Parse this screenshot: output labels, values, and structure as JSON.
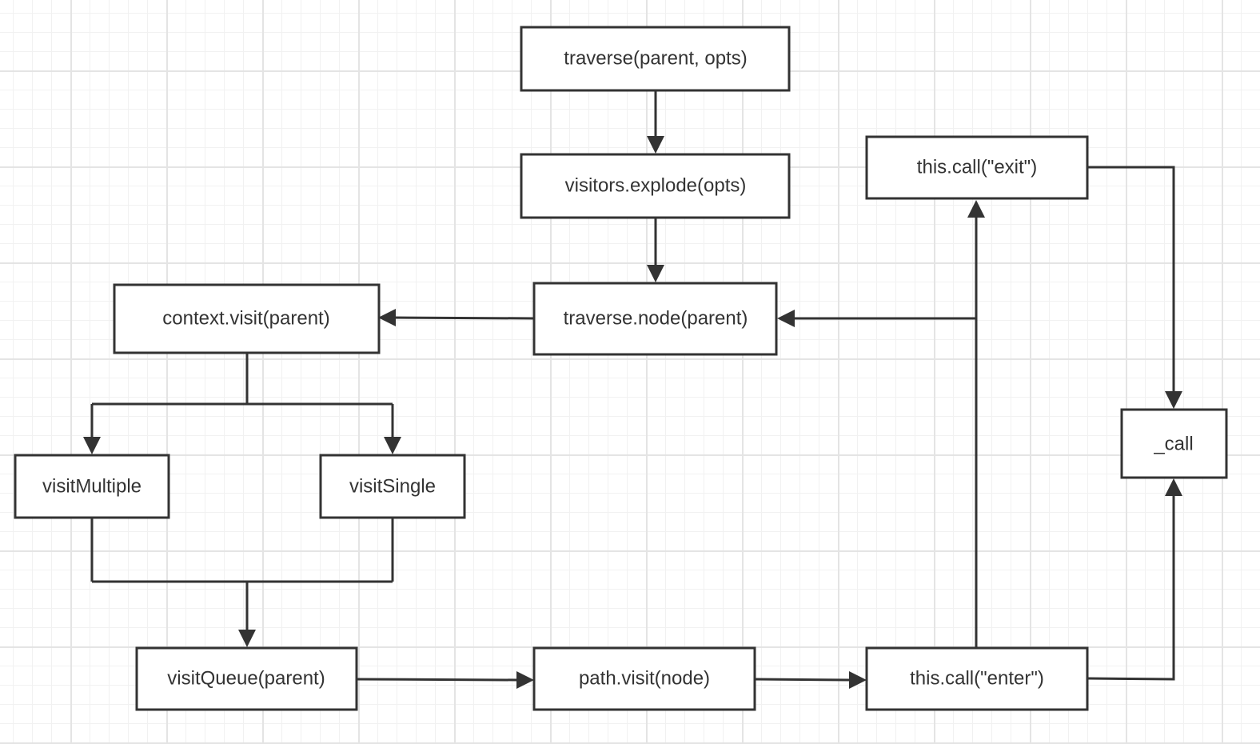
{
  "diagram": {
    "nodes": {
      "traverse": "traverse(parent, opts)",
      "explode": "visitors.explode(opts)",
      "traverse_node": "traverse.node(parent)",
      "context_visit": "context.visit(parent)",
      "visit_multiple": "visitMultiple",
      "visit_single": "visitSingle",
      "visit_queue": "visitQueue(parent)",
      "path_visit": "path.visit(node)",
      "call_enter": "this.call(\"enter\")",
      "call_exit": "this.call(\"exit\")",
      "call": "_call"
    },
    "edges": [
      [
        "traverse",
        "explode"
      ],
      [
        "explode",
        "traverse_node"
      ],
      [
        "traverse_node",
        "context_visit"
      ],
      [
        "context_visit",
        "visit_multiple"
      ],
      [
        "context_visit",
        "visit_single"
      ],
      [
        "visit_multiple",
        "visit_queue"
      ],
      [
        "visit_single",
        "visit_queue"
      ],
      [
        "visit_queue",
        "path_visit"
      ],
      [
        "path_visit",
        "call_enter"
      ],
      [
        "call_enter",
        "call_exit"
      ],
      [
        "call_enter",
        "traverse_node"
      ],
      [
        "call_enter",
        "call"
      ],
      [
        "call_exit",
        "call"
      ]
    ]
  }
}
